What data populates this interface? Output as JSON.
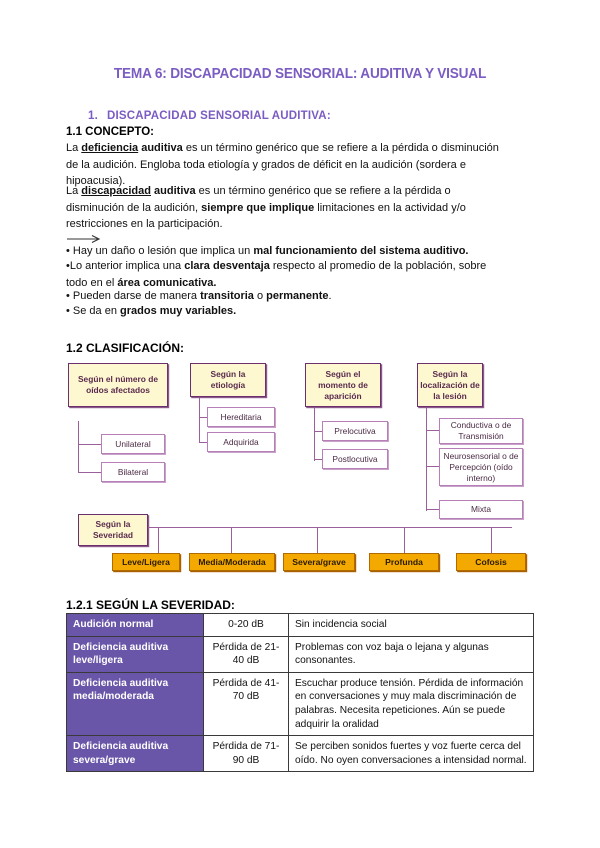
{
  "document": {
    "title": "TEMA 6: DISCAPACIDAD SENSORIAL: AUDITIVA Y VISUAL",
    "section_number": "1.",
    "section_title": "DISCAPACIDAD SENSORIAL AUDITIVA:",
    "heading_concepto": "1.1 CONCEPTO:",
    "heading_clasificacion": "1.2 CLASIFICACIÓN:",
    "heading_severidad": "1.2.1 SEGÚN LA SEVERIDAD:",
    "arrow": "⟶"
  },
  "body": {
    "para1_pre": "La ",
    "para1_bold1": "deficiencia",
    "para1_bold2": " auditiva",
    "para1_rest": " es un término genérico que se refiere a la pérdida o disminución de la audición. Engloba toda etiología y grados de déficit en la audición (sordera e hipoacusia).",
    "para2_pre": "La ",
    "para2_bold1": "discapacidad",
    "para2_bold2": " auditiva",
    "para2_mid": " es un término genérico que se refiere a la pérdida o disminución de la audición, ",
    "para2_bold3": "siempre que implique",
    "para2_rest": " limitaciones en la actividad y/o restricciones en la participación.",
    "bullets": [
      {
        "pre": "• Hay un daño o lesión que implica un ",
        "bold": "mal funcionamiento del sistema auditivo.",
        "post": ""
      },
      {
        "pre": "•Lo anterior implica una ",
        "bold": "clara desventaja",
        "post": " respecto al promedio de la población, sobre todo en el ",
        "bold2": "área comunicativa.",
        "post2": ""
      },
      {
        "pre": "• Pueden darse de manera ",
        "bold": "transitoria",
        "post": " o ",
        "bold2": "permanente",
        "post2": "."
      },
      {
        "pre": "• Se da en ",
        "bold": "grados muy variables.",
        "post": ""
      }
    ]
  },
  "diagram": {
    "groups": [
      {
        "root": "Según el número de oídos afectados",
        "children": [
          "Unilateral",
          "Bilateral"
        ]
      },
      {
        "root": "Según la etiología",
        "children": [
          "Hereditaria",
          "Adquirida"
        ]
      },
      {
        "root": "Según el momento de aparición",
        "children": [
          "Prelocutiva",
          "Postlocutiva"
        ]
      },
      {
        "root": "Según la localización de la lesión",
        "children": [
          "Conductiva o de Transmisión",
          "Neurosensorial o de Percepción (oído interno)",
          "Mixta"
        ]
      }
    ],
    "severity_root": "Según la Severidad",
    "severity_levels": [
      "Leve/Ligera",
      "Media/Moderada",
      "Severa/grave",
      "Profunda",
      "Cofosis"
    ]
  },
  "table": {
    "rows": [
      {
        "level": "Audición normal",
        "loss": "0-20 dB",
        "description": "Sin incidencia social"
      },
      {
        "level": "Deficiencia auditiva leve/ligera",
        "loss": "Pérdida de 21-40 dB",
        "description": "Problemas con voz baja o lejana y algunas consonantes."
      },
      {
        "level": "Deficiencia auditiva media/moderada",
        "loss": "Pérdida de 41-70 dB",
        "description": "Escuchar produce tensión. Pérdida de información en conversaciones y muy mala discriminación de palabras. Necesita repeticiones. Aún se puede adquirir la oralidad"
      },
      {
        "level": "Deficiencia auditiva severa/grave",
        "loss": "Pérdida de 71-90 dB",
        "description": "Se perciben sonidos fuertes y voz fuerte cerca del oído. No oyen conversaciones a intensidad normal."
      }
    ]
  },
  "colors": {
    "title_purple": "#7a5cc2",
    "table_header_purple": "#6a56a8",
    "node_cream": "#fdf8d0",
    "node_border_purple": "#7b3f87",
    "severity_orange": "#f4a900",
    "connector_purple": "#c9a2c9"
  }
}
